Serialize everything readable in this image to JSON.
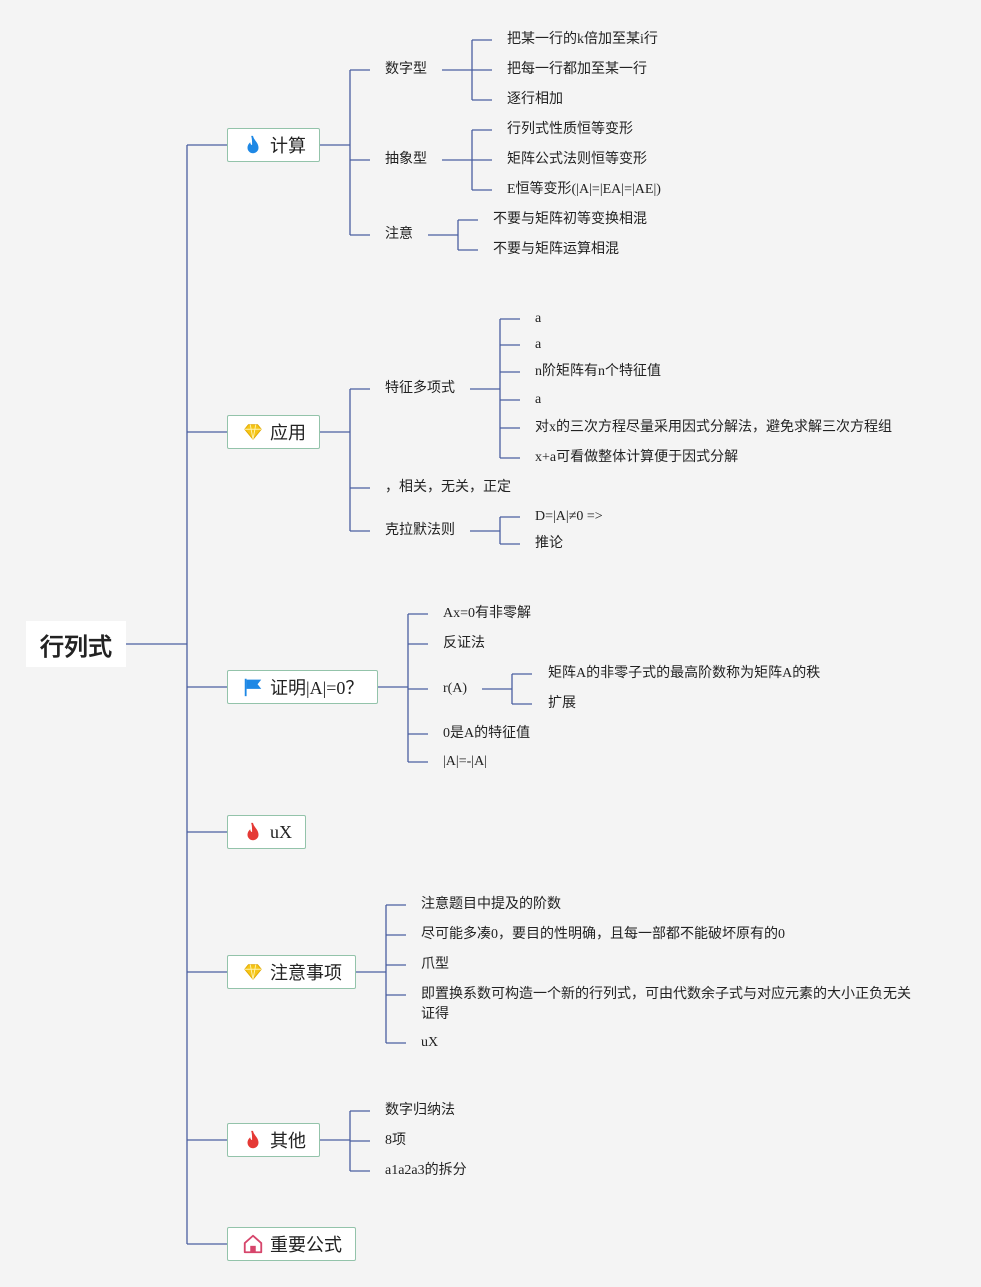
{
  "root": {
    "label": "行列式"
  },
  "topics": {
    "calc": {
      "label": "计算",
      "icon": "blue-flame-icon",
      "shuzi": {
        "label": "数字型",
        "items": [
          "把某一行的k倍加至某i行",
          "把每一行都加至某一行",
          "逐行相加"
        ]
      },
      "chouxiang": {
        "label": "抽象型",
        "items": [
          "行列式性质恒等变形",
          "矩阵公式法则恒等变形",
          "E恒等变形(|A|=|EA|=|AE|)"
        ]
      },
      "zhuyi": {
        "label": "注意",
        "items": [
          "不要与矩阵初等变换相混",
          "不要与矩阵运算相混"
        ]
      }
    },
    "apply": {
      "label": "应用",
      "icon": "yellow-diamond-icon",
      "tezheng": {
        "label": "特征多项式",
        "items": [
          "a",
          "a",
          "n阶矩阵有n个特征值",
          "a",
          "对x的三次方程尽量采用因式分解法，避免求解三次方程组",
          "x+a可看做整体计算便于因式分解"
        ]
      },
      "xiangguan": {
        "label": "，相关，无关，正定"
      },
      "kelamo": {
        "label": "克拉默法则",
        "items": [
          "D=|A|≠0 =>",
          "推论"
        ]
      }
    },
    "proof": {
      "label": "证明|A|=0？",
      "icon": "blue-flag-icon",
      "items": [
        "Ax=0有非零解",
        "反证法",
        "0是A的特征值",
        "|A|=-|A|"
      ],
      "rank": {
        "label": "r(A)",
        "items": [
          "矩阵A的非零子式的最高阶数称为矩阵A的秩",
          "扩展"
        ]
      }
    },
    "ux": {
      "label": "uX",
      "icon": "red-flame-icon"
    },
    "notes": {
      "label": "注意事项",
      "icon": "yellow-diamond-icon",
      "items": [
        "注意题目中提及的阶数",
        "尽可能多凑0，要目的性明确，且每一部都不能破坏原有的0",
        "爪型",
        "即置换系数可构造一个新的行列式，可由代数余子式与对应元素的大小正负无关证得",
        "uX"
      ]
    },
    "other": {
      "label": "其他",
      "icon": "red-flame-icon",
      "items": [
        "数字归纳法",
        "8项",
        "a1a2a3的拆分"
      ]
    },
    "formula": {
      "label": "重要公式",
      "icon": "home-icon"
    }
  },
  "colors": {
    "line": "#4a5fa0",
    "topic_border": "#93c3aa",
    "background": "#f4f4f4",
    "blue_icon": "#1e88e5",
    "red_icon": "#e53935",
    "yellow_icon": "#f5c518",
    "pink_icon": "#d6456b"
  }
}
